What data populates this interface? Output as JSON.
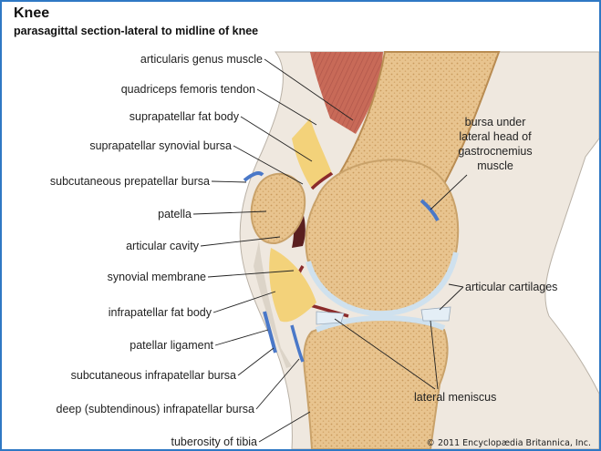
{
  "title": "Knee",
  "subtitle": "parasagittal section-lateral to midline of knee",
  "labels_left": [
    "articularis genus muscle",
    "quadriceps femoris tendon",
    "suprapatellar fat body",
    "suprapatellar synovial bursa",
    "subcutaneous prepatellar bursa",
    "patella",
    "articular cavity",
    "synovial membrane",
    "infrapatellar fat body",
    "patellar ligament",
    "subcutaneous infrapatellar bursa",
    "deep (subtendinous) infrapatellar bursa",
    "tuberosity of tibia"
  ],
  "labels_right": {
    "bursa": [
      "bursa under",
      "lateral head of",
      "gastrocnemius",
      "muscle"
    ],
    "cartilage": "articular cartilages",
    "meniscus": "lateral meniscus"
  },
  "copyright": "© 2011 Encyclopædia Britannica, Inc.",
  "colors": {
    "frame": "#2f78c4",
    "bone": "#e8c48f",
    "cortex": "#c99a5c",
    "muscle": "#c86a58",
    "fat": "#f3d27a",
    "synovial": "#8b2b2b",
    "cartilage": "#cfe1ee",
    "bursa": "#4a78c8",
    "skin": "#efe8df"
  }
}
